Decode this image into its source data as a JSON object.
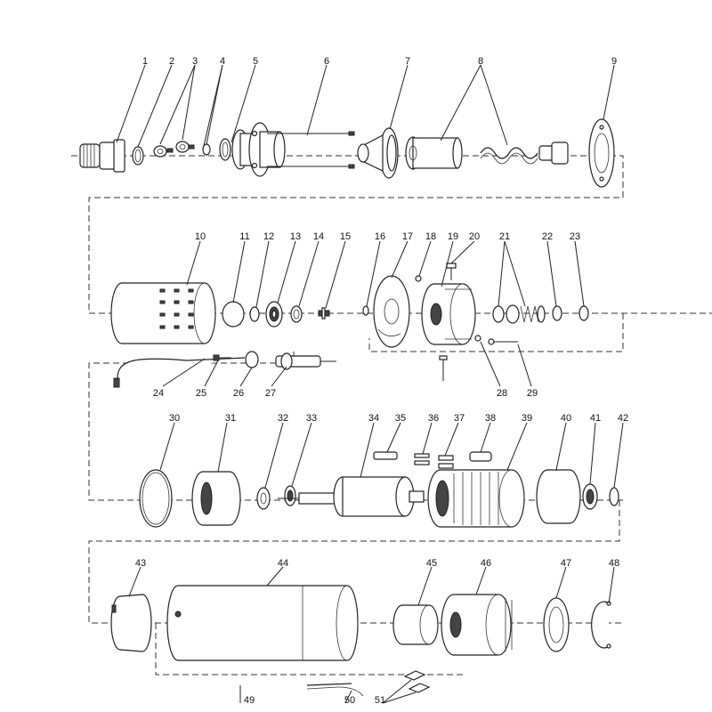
{
  "parts": {
    "p1": "1",
    "p2": "2",
    "p3": "3",
    "p4": "4",
    "p5": "5",
    "p6": "6",
    "p7": "7",
    "p8": "8",
    "p9": "9",
    "p10": "10",
    "p11": "11",
    "p12": "12",
    "p13": "13",
    "p14": "14",
    "p15": "15",
    "p16": "16",
    "p17": "17",
    "p18": "18",
    "p19": "19",
    "p20": "20",
    "p21": "21",
    "p22": "22",
    "p23": "23",
    "p24": "24",
    "p25": "25",
    "p26": "26",
    "p27": "27",
    "p28": "28",
    "p29": "29",
    "p30": "30",
    "p31": "31",
    "p32": "32",
    "p33": "33",
    "p34": "34",
    "p35": "35",
    "p36": "36",
    "p37": "37",
    "p38": "38",
    "p39": "39",
    "p40": "40",
    "p41": "41",
    "p42": "42",
    "p43": "43",
    "p44": "44",
    "p45": "45",
    "p46": "46",
    "p47": "47",
    "p48": "48",
    "p49": "49",
    "p50": "50",
    "p51": "51"
  }
}
